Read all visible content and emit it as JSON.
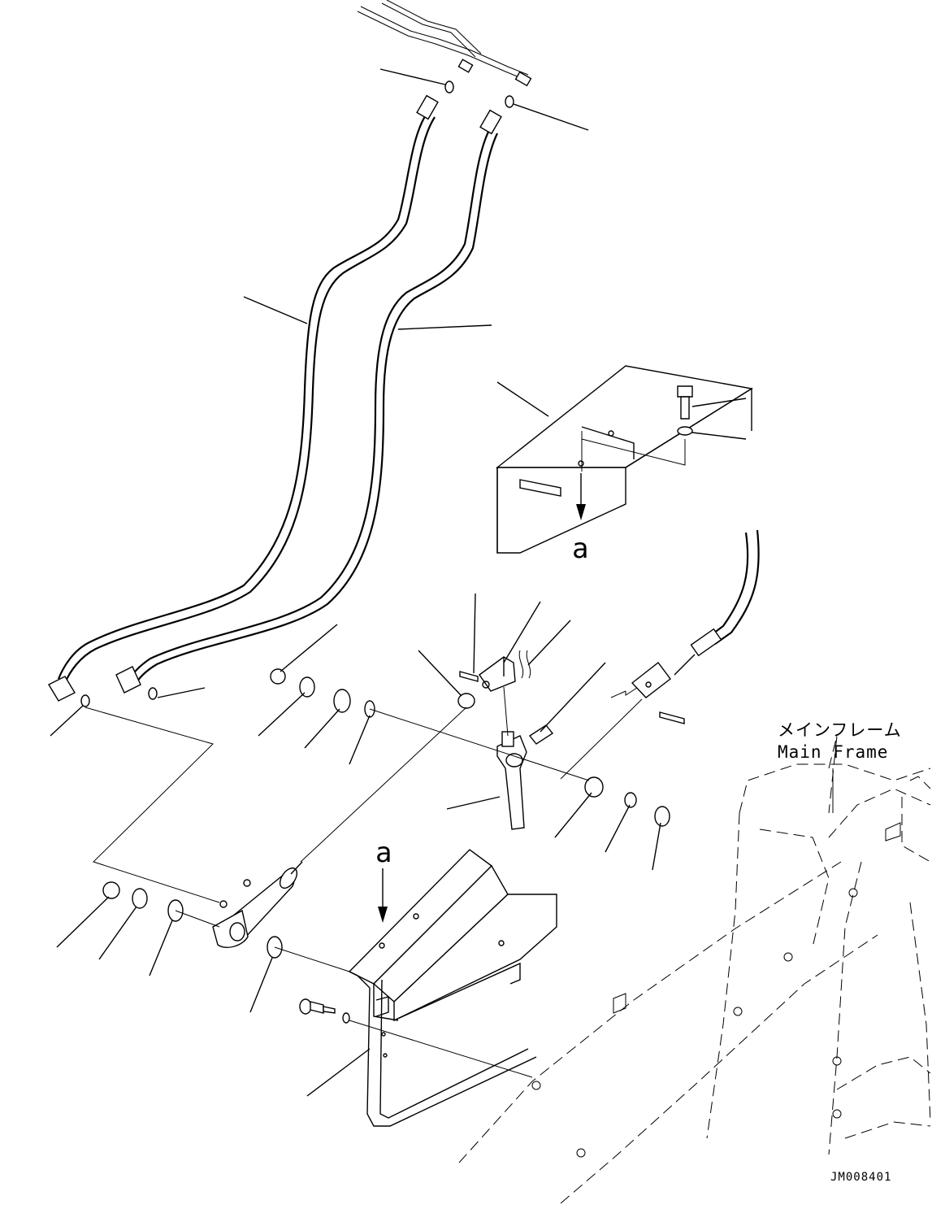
{
  "diagram": {
    "view_label_top": "a",
    "view_label_bottom": "a",
    "frame_label_jp": "メインフレーム",
    "frame_label_en": "Main Frame",
    "drawing_id": "JM008401"
  }
}
